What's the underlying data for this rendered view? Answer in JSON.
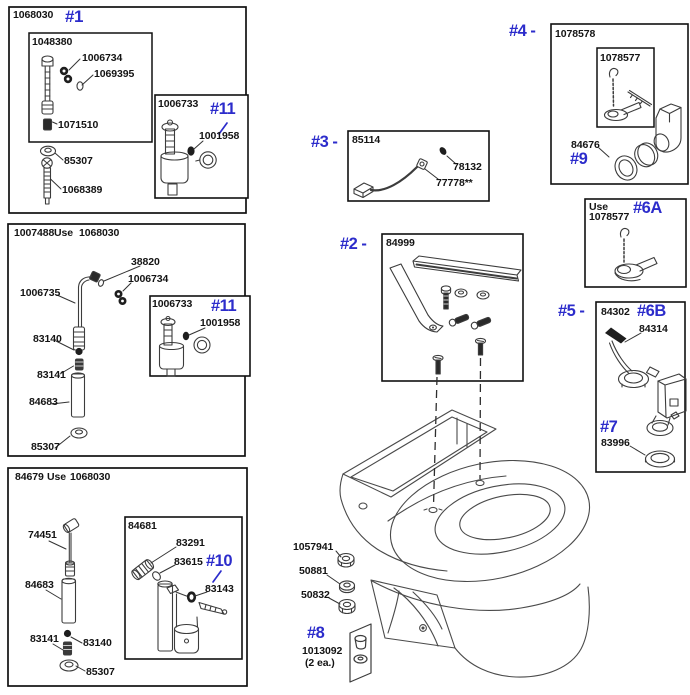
{
  "colors": {
    "accent": "#2c2ccb",
    "ink": "#141414"
  },
  "panels": {
    "p1": {
      "header": "1068030",
      "tag": "#1",
      "sub": {
        "header": "1048380",
        "l1": "1006734",
        "l2": "1069395",
        "l3": "1071510"
      },
      "l1": "85307",
      "l2": "1068389",
      "valve": {
        "header": "1006733",
        "tag": "#11",
        "l1": "1001958"
      }
    },
    "p2": {
      "header": "1007488",
      "use": "Use",
      "alt": "1068030",
      "l1": "38820",
      "l2": "1006734",
      "l3": "1006735",
      "l4": "83140",
      "l5": "83141",
      "l6": "84683",
      "l7": "85307",
      "valve": {
        "header": "1006733",
        "tag": "#11",
        "l1": "1001958"
      }
    },
    "p3": {
      "header": "84679",
      "use": "Use",
      "alt": "1068030",
      "l1": "74451",
      "l2": "84683",
      "l3": "83141",
      "l4": "83140",
      "l5": "85307",
      "sub": {
        "header": "84681",
        "tag": "#10",
        "l1": "83291",
        "l2": "83615",
        "l3": "83143"
      }
    },
    "p4": {
      "tag": "#3 -",
      "header": "85114",
      "l1": "78132",
      "l2": "77778**"
    },
    "p5": {
      "tag": "#2 -",
      "header": "84999"
    },
    "p6": {
      "tag": "#4 -",
      "header": "1078578",
      "sub_header": "1078577",
      "l1": "84676",
      "tag2": "#9"
    },
    "p7": {
      "use": "Use",
      "alt": "1078577",
      "tag": "#6A"
    },
    "p8": {
      "tag": "#5 -",
      "header": "84302",
      "tag2": "#6B",
      "l1": "84314",
      "tag3": "#7",
      "l2": "83996"
    },
    "hw": {
      "l1": "1057941",
      "l2": "50881",
      "l3": "50832"
    },
    "caps": {
      "tag": "#8",
      "num": "1013092",
      "qty": "(2 ea.)"
    }
  }
}
